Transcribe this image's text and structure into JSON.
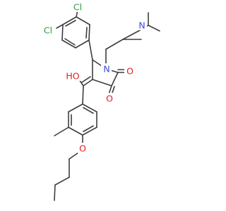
{
  "molecule": {
    "atoms": {
      "cl_upper": "Cl",
      "cl_lower": "Cl",
      "n_amine": "N",
      "n_ring": "N",
      "o_hydroxyl": "HO",
      "o_ketone_c2": "O",
      "o_ketone_c3": "O",
      "o_ether": "O"
    },
    "colors": {
      "chlorine": "#2e9e3c",
      "oxygen": "#e01e1e",
      "nitrogen": "#3a48d8",
      "bond": "#3d3d3d",
      "background": "#ffffff"
    }
  }
}
